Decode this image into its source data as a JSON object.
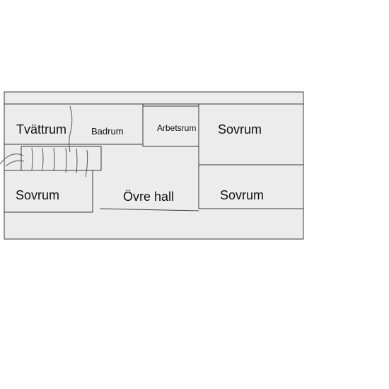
{
  "colors": {
    "floor_fill": "#ececec",
    "wall_stroke": "#3a3a3a",
    "stair_stroke": "#555555",
    "background": "#ffffff"
  },
  "rooms": {
    "tvattrum": "Tvättrum",
    "badrum": "Badrum",
    "arbetsrum": "Arbetsrum",
    "sovrum_top_right": "Sovrum",
    "sovrum_left": "Sovrum",
    "ovre_hall": "Övre hall",
    "sovrum_bottom_right": "Sovrum"
  }
}
